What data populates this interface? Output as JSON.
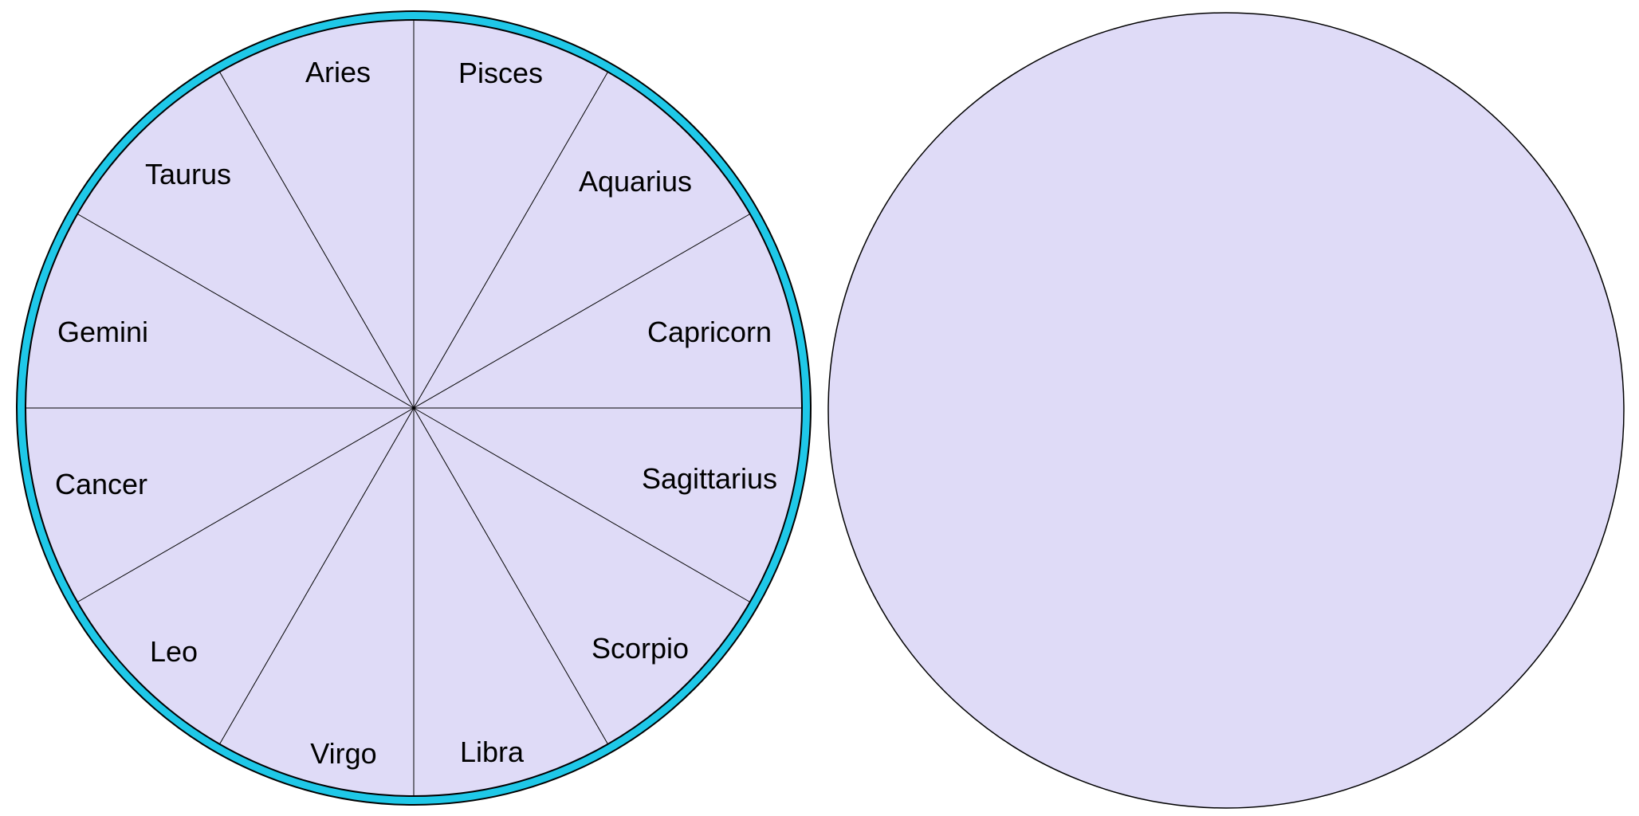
{
  "colors": {
    "wheel_fill": "#dfdbf7",
    "rim": "#1fc8e8",
    "line": "#000000",
    "background": "#ffffff"
  },
  "zodiac_wheel": {
    "signs": [
      {
        "name": "Pisces"
      },
      {
        "name": "Aquarius"
      },
      {
        "name": "Capricorn"
      },
      {
        "name": "Sagittarius"
      },
      {
        "name": "Scorpio"
      },
      {
        "name": "Libra"
      },
      {
        "name": "Virgo"
      },
      {
        "name": "Leo"
      },
      {
        "name": "Cancer"
      },
      {
        "name": "Gemini"
      },
      {
        "name": "Taurus"
      },
      {
        "name": "Aries"
      }
    ]
  },
  "plain_disc": {}
}
